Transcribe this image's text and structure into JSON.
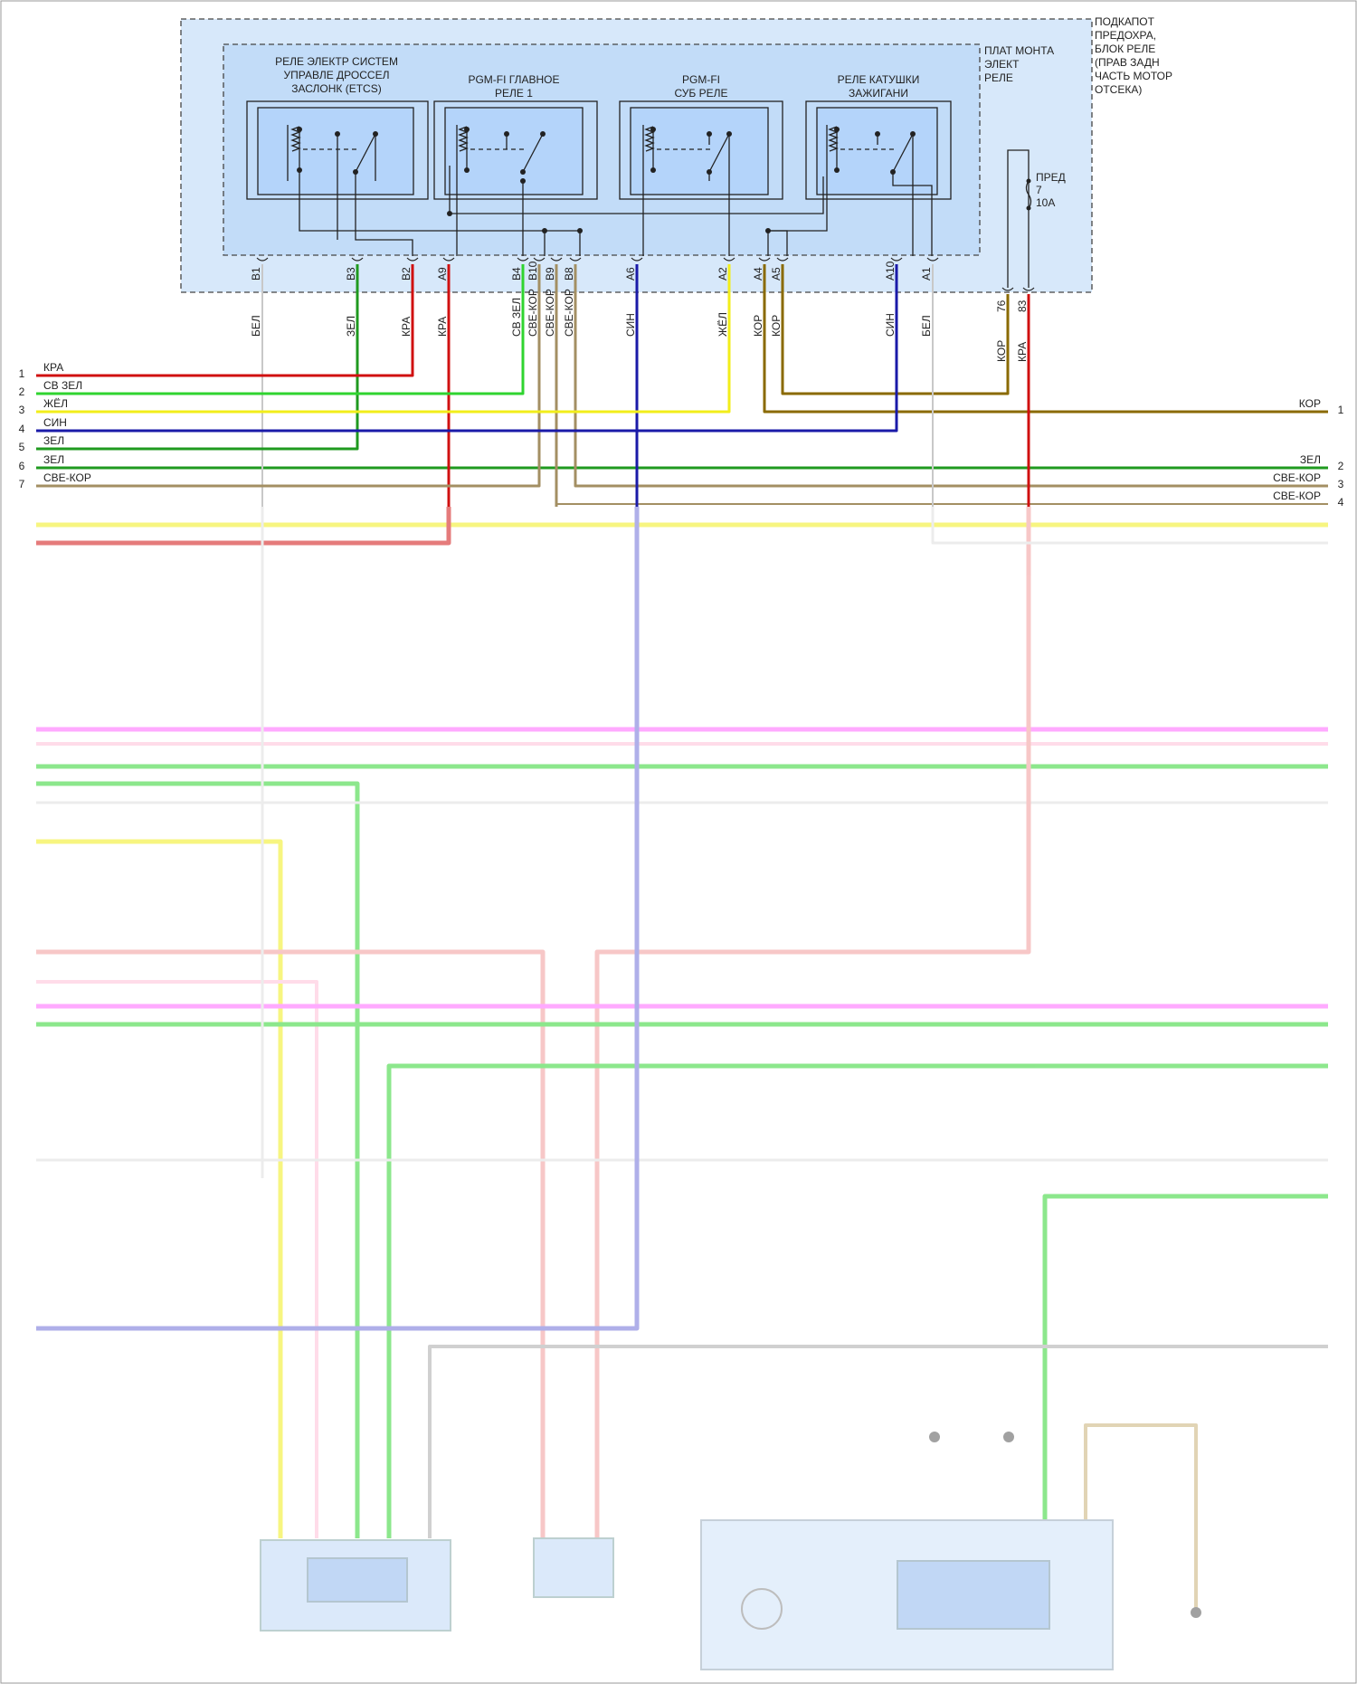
{
  "underhood_box": {
    "title_lines": [
      "ПОДКАПОТ",
      "ПРЕДОХРА,",
      "БЛОК РЕЛЕ",
      "(ПРАВ ЗАДН",
      "ЧАСТЬ МОТОР",
      "ОТСЕКА)"
    ],
    "board_lines": [
      "ПЛАТ МОНТА",
      "ЭЛЕКТ",
      "РЕЛЕ"
    ],
    "relays": [
      {
        "lines": [
          "РЕЛЕ ЭЛЕКТР СИСТЕМ",
          "УПРАВЛЕ ДРОССЕЛ",
          "ЗАСЛОНК (ETCS)"
        ]
      },
      {
        "lines": [
          "PGM-FI ГЛАВНОЕ",
          "РЕЛЕ 1"
        ]
      },
      {
        "lines": [
          "PGM-FI",
          "СУБ РЕЛЕ"
        ]
      },
      {
        "lines": [
          "РЕЛЕ КАТУШКИ",
          "ЗАЖИГАНИ"
        ]
      }
    ],
    "fuse": {
      "lines": [
        "ПРЕД",
        "7",
        "10A"
      ]
    }
  },
  "pins": [
    {
      "id": "B1",
      "wire": "БЕЛ"
    },
    {
      "id": "B3",
      "wire": "ЗЕЛ"
    },
    {
      "id": "B2",
      "wire": "КРА"
    },
    {
      "id": "A9",
      "wire": "КРА"
    },
    {
      "id": "B4",
      "wire": "СВ ЗЕЛ"
    },
    {
      "id": "B10",
      "wire": "СВЕ-КОР"
    },
    {
      "id": "B9",
      "wire": "СВЕ-КОР"
    },
    {
      "id": "B8",
      "wire": "СВЕ-КОР"
    },
    {
      "id": "A6",
      "wire": "СИН"
    },
    {
      "id": "A2",
      "wire": "ЖЁЛ"
    },
    {
      "id": "A4",
      "wire": "КОР"
    },
    {
      "id": "A5",
      "wire": "КОР"
    },
    {
      "id": "A10",
      "wire": "СИН"
    },
    {
      "id": "A1",
      "wire": "БЕЛ"
    },
    {
      "id": "76",
      "wire": "КОР"
    },
    {
      "id": "83",
      "wire": "КРА"
    }
  ],
  "left_connector": [
    {
      "num": "1",
      "label": "КРА"
    },
    {
      "num": "2",
      "label": "СВ ЗЕЛ"
    },
    {
      "num": "3",
      "label": "ЖЁЛ"
    },
    {
      "num": "4",
      "label": "СИН"
    },
    {
      "num": "5",
      "label": "ЗЕЛ"
    },
    {
      "num": "6",
      "label": "ЗЕЛ"
    },
    {
      "num": "7",
      "label": "СВЕ-КОР"
    }
  ],
  "right_connector": [
    {
      "num": "1",
      "label": "КОР"
    },
    {
      "num": "2",
      "label": "ЗЕЛ"
    },
    {
      "num": "3",
      "label": "СВЕ-КОР"
    },
    {
      "num": "4",
      "label": "СВЕ-КОР"
    }
  ],
  "colors": {
    "red": "#d01010",
    "light_green": "#2fd42f",
    "green": "#1f9a1f",
    "yellow": "#f2ee1a",
    "blue": "#1a1aa8",
    "brown": "#8a6a00",
    "light_brown": "#a38f63",
    "white_wire": "#c8c8c8",
    "pink": "#ff66ff",
    "box_fill": "#d7e8fa",
    "relay_fill": "#b4d4fa"
  }
}
